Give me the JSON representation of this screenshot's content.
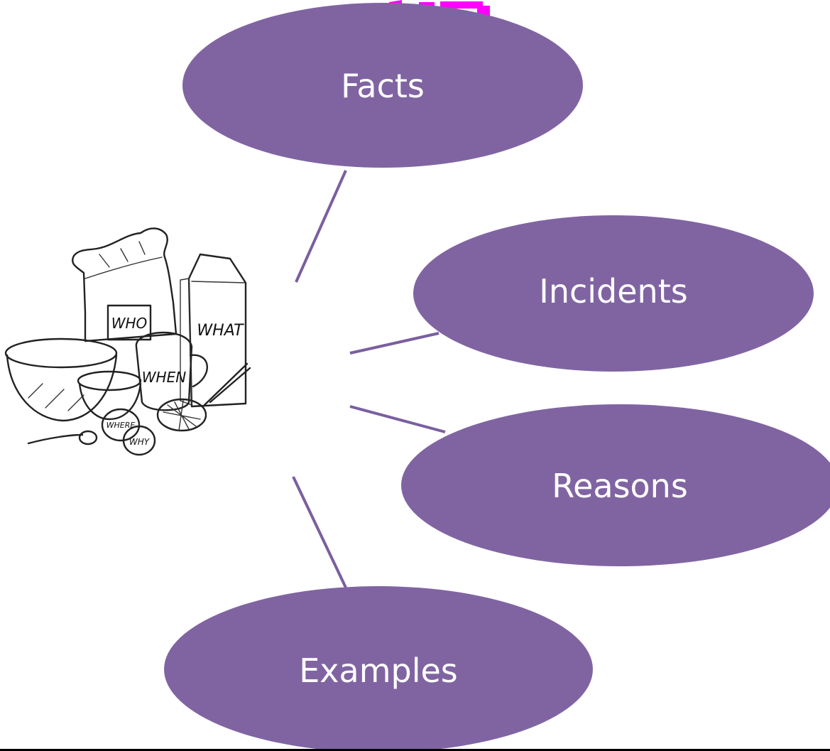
{
  "colors": {
    "node_fill": "#8064a2",
    "connector": "#7a5fa0",
    "title_fragment": "#ff00ff",
    "footer_bar": "#000000"
  },
  "nodes": {
    "facts": "Facts",
    "incidents": "Incidents",
    "reasons": "Reasons",
    "examples": "Examples"
  },
  "illustration": {
    "icon": "baking-ingredients-icon",
    "labels": {
      "who": "WHO",
      "what": "WHAT",
      "when": "WHEN",
      "where": "WHERE",
      "why": "WHY"
    }
  }
}
